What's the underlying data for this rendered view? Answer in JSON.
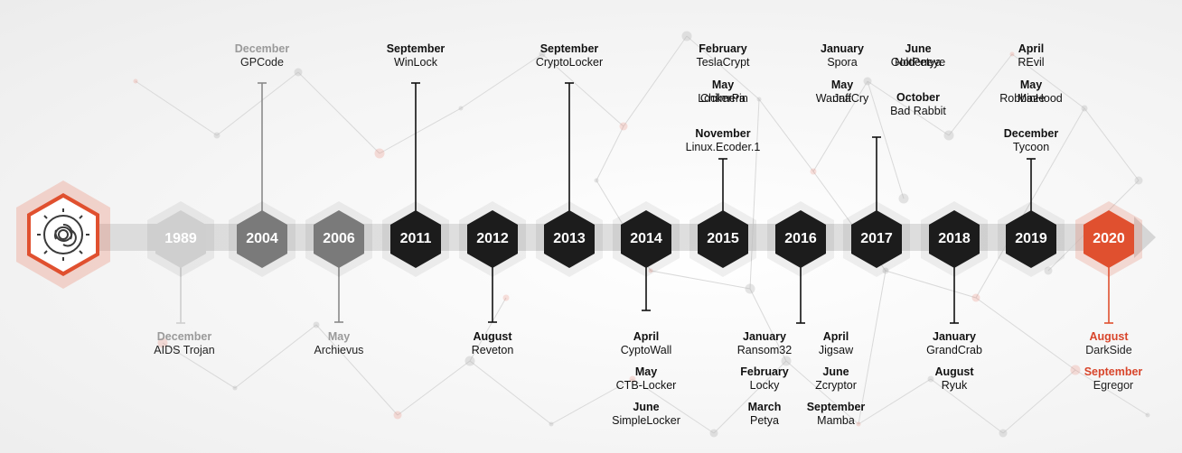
{
  "years": [
    {
      "label": "1989",
      "style": "faded"
    },
    {
      "label": "2004",
      "style": "gray"
    },
    {
      "label": "2006",
      "style": "gray"
    },
    {
      "label": "2011",
      "style": "dark"
    },
    {
      "label": "2012",
      "style": "dark"
    },
    {
      "label": "2013",
      "style": "dark"
    },
    {
      "label": "2014",
      "style": "dark"
    },
    {
      "label": "2015",
      "style": "dark"
    },
    {
      "label": "2016",
      "style": "dark"
    },
    {
      "label": "2017",
      "style": "dark"
    },
    {
      "label": "2018",
      "style": "dark"
    },
    {
      "label": "2019",
      "style": "dark"
    },
    {
      "label": "2020",
      "style": "accent"
    }
  ],
  "events": [
    {
      "month": "December",
      "name": "AIDS Trojan",
      "style": "faded"
    },
    {
      "month": "December",
      "name": "GPCode",
      "style": "faded"
    },
    {
      "month": "May",
      "name": "Archievus",
      "style": "faded"
    },
    {
      "month": "September",
      "name": "WinLock"
    },
    {
      "month": "August",
      "name": "Reveton"
    },
    {
      "month": "September",
      "name": "CryptoLocker"
    },
    {
      "month": "April",
      "name": "CyptoWall"
    },
    {
      "month": "May",
      "name": "CTB-Locker"
    },
    {
      "month": "June",
      "name": "SimpleLocker"
    },
    {
      "month": "February",
      "name": "TeslaCrypt"
    },
    {
      "month": "May",
      "name": "LockerPin"
    },
    {
      "month": "",
      "name": "Chilmera"
    },
    {
      "month": "November",
      "name": "Linux.Ecoder.1"
    },
    {
      "month": "January",
      "name": "Ransom32"
    },
    {
      "month": "February",
      "name": "Locky"
    },
    {
      "month": "March",
      "name": "Petya"
    },
    {
      "month": "April",
      "name": "Jigsaw"
    },
    {
      "month": "June",
      "name": "Zcryptor"
    },
    {
      "month": "September",
      "name": "Mamba"
    },
    {
      "month": "January",
      "name": "Spora"
    },
    {
      "month": "May",
      "name": "Jaff"
    },
    {
      "month": "",
      "name": "WannaCry"
    },
    {
      "month": "June",
      "name": "Goldeneye"
    },
    {
      "month": "",
      "name": "NotPetya"
    },
    {
      "month": "October",
      "name": "Bad Rabbit"
    },
    {
      "month": "January",
      "name": "GrandCrab"
    },
    {
      "month": "August",
      "name": "Ryuk"
    },
    {
      "month": "April",
      "name": "REvil"
    },
    {
      "month": "May",
      "name": "Maze"
    },
    {
      "month": "",
      "name": "RobbinHood"
    },
    {
      "month": "December",
      "name": "Tycoon"
    },
    {
      "month": "August",
      "name": "DarkSide",
      "style": "accent"
    },
    {
      "month": "September",
      "name": "Egregor",
      "style": "accent"
    }
  ],
  "logo": {
    "icon": "biohazard-gear-icon"
  },
  "colors": {
    "accent": "#e0502f",
    "dark": "#1c1c1c",
    "gray": "#7a7a7a",
    "faded": "#cfcfcf",
    "band": "#dcdcdc"
  }
}
